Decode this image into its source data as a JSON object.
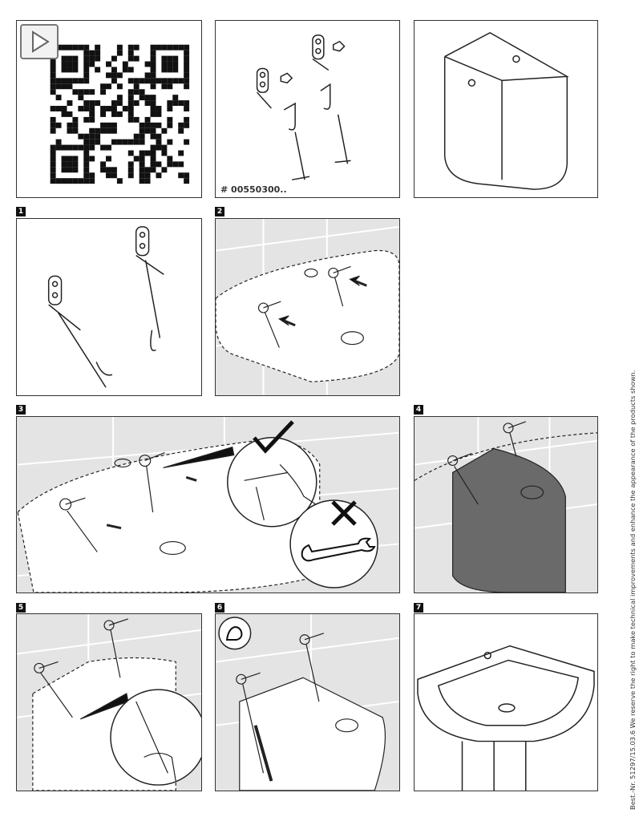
{
  "part_number": "# 00550300..",
  "steps": [
    "1",
    "2",
    "3",
    "4",
    "5",
    "6",
    "7"
  ],
  "footer_text": "Best.-Nr. 51297/15.03.6  We reserve the right to make technical improvements and enhance the appearance of the products shown.",
  "icons": [
    "play-icon",
    "qr-code",
    "check-icon",
    "cross-icon",
    "wrench-icon",
    "hand-strength-icon"
  ],
  "colors": {
    "tile": "#e4e4e4",
    "pedestal": "#6a6a6a"
  }
}
